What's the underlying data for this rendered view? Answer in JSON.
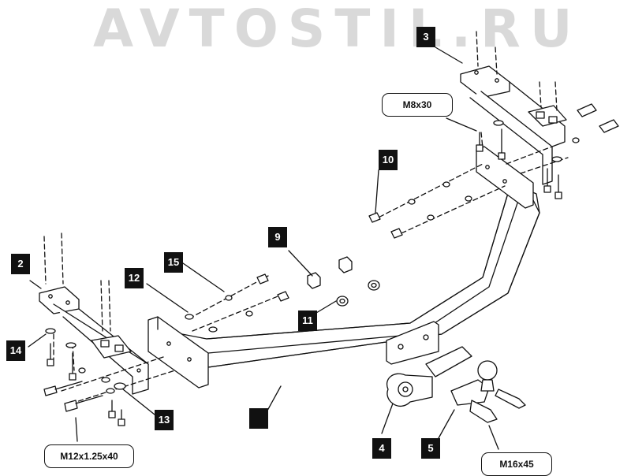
{
  "watermark": "AVTOSTIL.RU",
  "callouts": {
    "bolt_m8": "M8x30",
    "bolt_m12": "M12x1.25x40",
    "bolt_m16": "M16x45"
  },
  "parts": {
    "part_1": "",
    "part_2": "2",
    "part_3": "3",
    "part_4": "4",
    "part_5": "5",
    "part_9": "9",
    "part_10": "10",
    "part_11": "11",
    "part_12": "12",
    "part_13": "13",
    "part_14": "14",
    "part_15": "15"
  },
  "colors": {
    "line": "#111111",
    "watermark": "#d9d9d9",
    "badge": "#111111",
    "badge_text": "#ffffff"
  }
}
